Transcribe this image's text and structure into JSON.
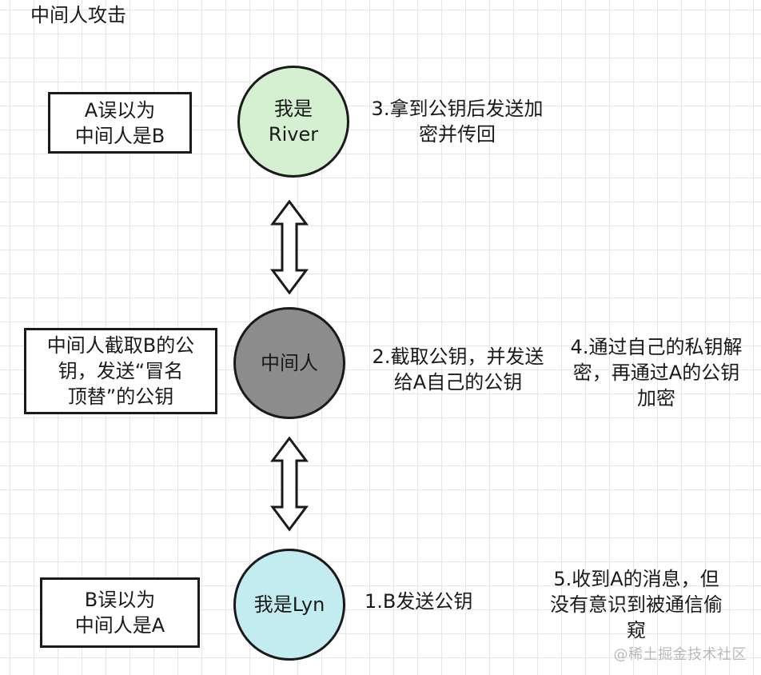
{
  "title": "中间人攻击",
  "nodes": {
    "river": {
      "label_line1": "我是",
      "label_line2": "River",
      "fill": "#d4f0d0"
    },
    "mitm": {
      "label": "中间人",
      "fill": "#8c8c8c"
    },
    "lyn": {
      "label": "我是Lyn",
      "fill": "#c2ecf0"
    }
  },
  "boxes": {
    "a_belief": {
      "line1": "A误以为",
      "line2": "中间人是B"
    },
    "mitm_action": {
      "line1": "中间人截取B的公",
      "line2": "钥，发送“冒名",
      "line3": "顶替”的公钥"
    },
    "b_belief": {
      "line1": "B误以为",
      "line2": "中间人是A"
    }
  },
  "steps": {
    "step1": "1.B发送公钥",
    "step2": {
      "line1": "2.截取公钥，并发送",
      "line2": "给A自己的公钥"
    },
    "step3": {
      "line1": "3.拿到公钥后发送加",
      "line2": "密并传回"
    },
    "step4": {
      "line1": "4.通过自己的私钥解",
      "line2": "密，再通过A的公钥",
      "line3": "加密"
    },
    "step5": {
      "line1": "5.收到A的消息，但",
      "line2": "没有意识到被通信偷",
      "line3": "窥"
    }
  },
  "watermark": "@稀土掘金技术社区"
}
